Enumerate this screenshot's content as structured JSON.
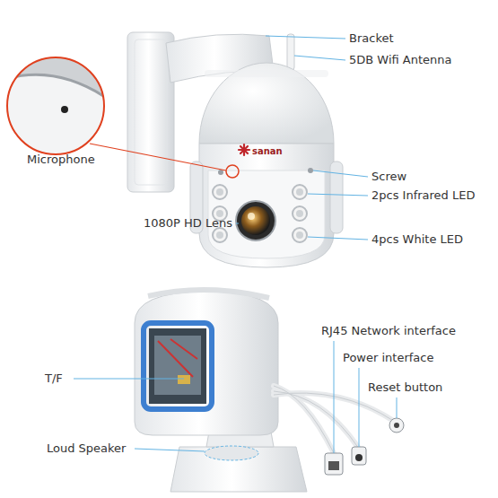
{
  "diagram": {
    "labels": [
      "Bracket",
      "5DB Wifi Antenna",
      "Microphone",
      "sanan",
      "Screw",
      "2pcs Infrared LED",
      "1080P HD Lens",
      "4pcs White LED",
      "T/F",
      "RJ45 Network interface",
      "Power interface",
      "Reset button",
      "Loud Speaker"
    ]
  }
}
